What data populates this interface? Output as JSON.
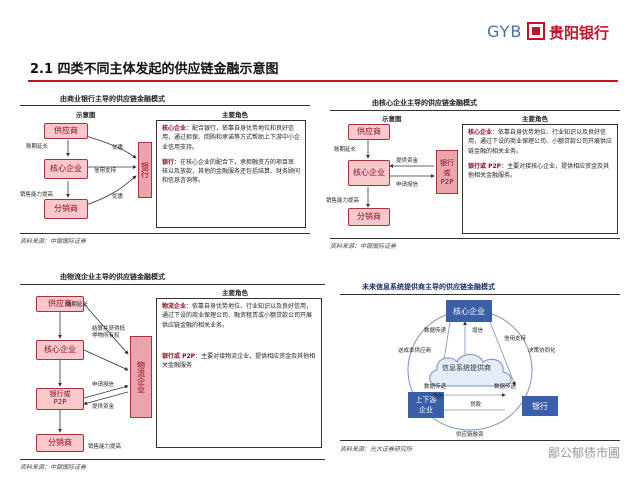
{
  "header": {
    "logo_en": "GYB",
    "logo_cn": "贵阳银行",
    "page_title": "2.1  四类不同主体发起的供应链金融示意图"
  },
  "colors": {
    "brand_red": "#c0142b",
    "node_pink": "#f8c8cc",
    "bank_pink": "#eaa4ab",
    "cloud_blue": "#3a5fa8"
  },
  "panel1": {
    "title": "由商业银行主导的供应链金融模式",
    "col_diagram": "示意图",
    "col_role": "主要角色",
    "nodes": {
      "supplier": "供应商",
      "core": "核心企业",
      "distributor": "分销商",
      "bank": "银行"
    },
    "labels": {
      "extend": "账期延长",
      "credit": "信用支持",
      "preferential": "优惠",
      "sales": "销售能力提高"
    },
    "desc_core_label": "核心企业",
    "desc_core": "：配合银行，依靠自身优势地位和良好信用，通过担保、回购和承诺等方式帮助上下游中小企业信用支持。",
    "desc_bank_label": "银行",
    "desc_bank": "：在核心企业的配合下，承担融资方的项目审核以及放款，其他的金融服务还包括结算、财务顾问和信息咨询等。",
    "source": "资料来源：中银国际证券"
  },
  "panel2": {
    "title": "由核心企业主导的供应链金融模式",
    "col_diagram": "示意图",
    "col_role": "主要角色",
    "nodes": {
      "supplier": "供应商",
      "core": "核心企业",
      "bank": "银行或\nP2P",
      "distributor": "分销商"
    },
    "labels": {
      "extend": "账期延长",
      "apply": "申请授信",
      "provide": "提供资金",
      "sales": "销售能力提高"
    },
    "desc_core_label": "核心企业",
    "desc_core": "：依靠自身优势地位、行业知识以及良好信用，通过下设的商业保理公司、小额贷款公司开展供应链金融的相关业务。",
    "desc_bank_label": "银行或 P2P",
    "desc_bank": "：主要对接核心企业，提供相应资金及其他相关金融服务。",
    "source": "资料来源：中银国际证券"
  },
  "panel3": {
    "title": "由物流企业主导的供应链金融模式",
    "col_role": "主要角色",
    "nodes": {
      "supplier": "供应商",
      "core": "核心企业",
      "bank": "银行或\nP2P",
      "distributor": "分销商",
      "logistics": "物流企业"
    },
    "labels": {
      "extend": "账期延长",
      "settle": "结算并获得抵押物所有权",
      "apply": "申请授信",
      "provide": "提供资金",
      "sales": "销售能力提高"
    },
    "desc_core_label": "物流企业",
    "desc_core": "：依靠自身优势地位、行业知识以及良好信用，通过下设的商业保理公司、融资租赁或小额贷款公司开展供应链金融的相关业务。",
    "desc_bank_label": "银行或 P2P",
    "desc_bank": "：主要对接物流企业，提供相应资金及其他相关金融服务",
    "source": "资料来源：中银国际证券"
  },
  "panel4": {
    "title": "未来信息系统提供商主导的供应链金融模式",
    "nodes": {
      "core": "核心企业",
      "cloud": "信息系统提供商",
      "updown": "上下游\n企业",
      "bank": "银行"
    },
    "labels": {
      "data_exchange_1": "数据传递",
      "credit_1": "增信",
      "credit_support": "信用支持",
      "dispatch": "送成本供应商",
      "collab": "决策协同化",
      "data_exchange_2": "数据传递",
      "credit_2": "增信",
      "data_exchange_3": "数据传递",
      "loan": "贷款",
      "supplier_chain": "供应链融资"
    },
    "source": "资料来源：光大证券研究所"
  },
  "watermark": "鄙公郁债市圃"
}
